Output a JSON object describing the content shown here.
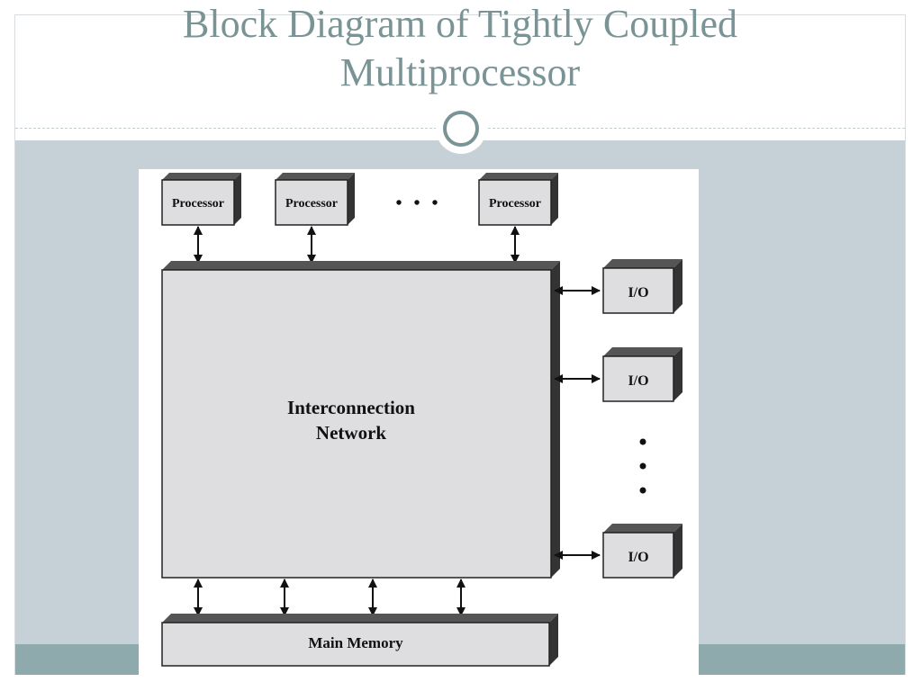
{
  "slide": {
    "title_line1": "Block Diagram of Tightly Coupled",
    "title_line2": "Multiprocessor"
  },
  "diagram": {
    "processors": [
      "Processor",
      "Processor",
      "Processor"
    ],
    "processor_ellipsis": "• • •",
    "network_line1": "Interconnection",
    "network_line2": "Network",
    "io_units": [
      "I/O",
      "I/O",
      "I/O"
    ],
    "memory": "Main Memory"
  },
  "colors": {
    "title": "#7a9496",
    "body_band": "#c5d1d6",
    "footer_band": "#8eaaad",
    "block_face": "#dedee0",
    "block_shadow": "#444444"
  }
}
